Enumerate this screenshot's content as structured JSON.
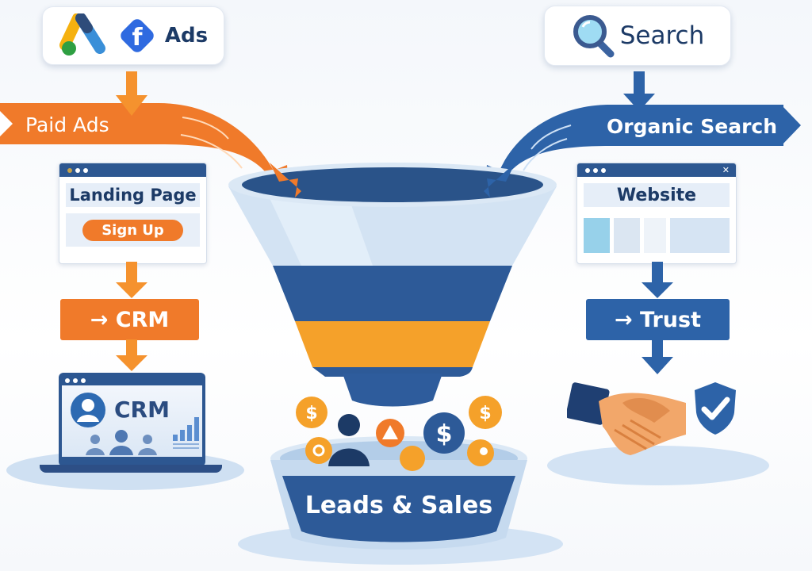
{
  "top_left": {
    "label": "Ads",
    "icons": [
      "google-ads-icon",
      "facebook-icon"
    ]
  },
  "top_right": {
    "label": "Search",
    "icon": "magnifier-icon"
  },
  "left_flow": {
    "banner": "Paid Ads",
    "landing": {
      "title": "Landing Page",
      "button": "Sign Up"
    },
    "step": "→ CRM",
    "laptop": {
      "title": "CRM"
    }
  },
  "right_flow": {
    "banner": "Organic Search",
    "website": {
      "title": "Website"
    },
    "step": "→ Trust"
  },
  "bottom": {
    "bucket_label": "Leads & Sales"
  },
  "colors": {
    "orange": "#f07a2a",
    "blue": "#2d63a8",
    "navy": "#1f3f72",
    "gold": "#f5a12a"
  }
}
